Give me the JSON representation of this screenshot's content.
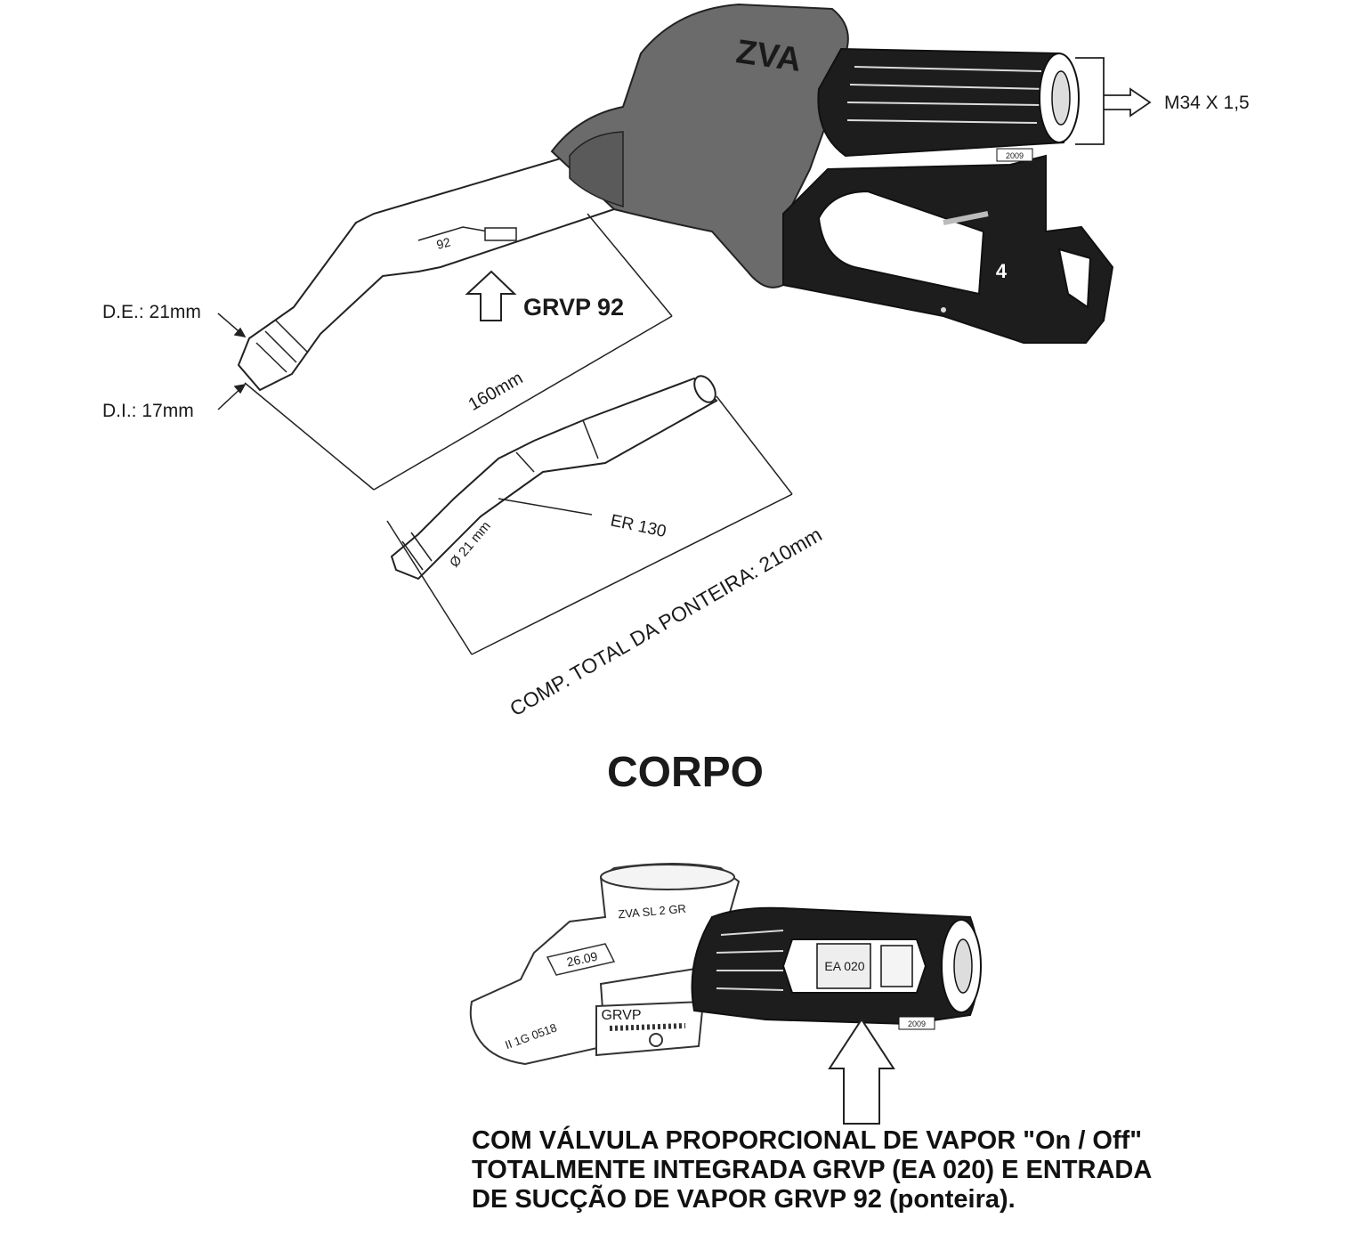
{
  "top_figure": {
    "brand_emboss": "ZVA",
    "thread_label": "M34 X 1,5",
    "grip_tag": "2009",
    "lever_number": "4",
    "spout_mark": "92",
    "grvp_label": "GRVP 92",
    "outer_diameter": "D.E.: 21mm",
    "inner_diameter": "D.I.: 17mm",
    "length_160": "160mm",
    "spout_model": "ER 130",
    "spout_diameter": "Ø 21 mm",
    "total_length": "COMP. TOTAL DA PONTEIRA: 210mm"
  },
  "section_title": "CORPO",
  "bottom_figure": {
    "model_label": "ZVA SL 2 GR",
    "date_tag": "26.09",
    "ex_mark": "II 1G 0518",
    "grvp_stamp": "GRVP",
    "valve_label": "EA 020",
    "grip_tag": "2009"
  },
  "description": "COM VÁLVULA PROPORCIONAL DE VAPOR \"On / Off\" TOTALMENTE INTEGRADA GRVP (EA 020) E ENTRADA DE SUCÇÃO DE VAPOR GRVP 92 (ponteira)."
}
